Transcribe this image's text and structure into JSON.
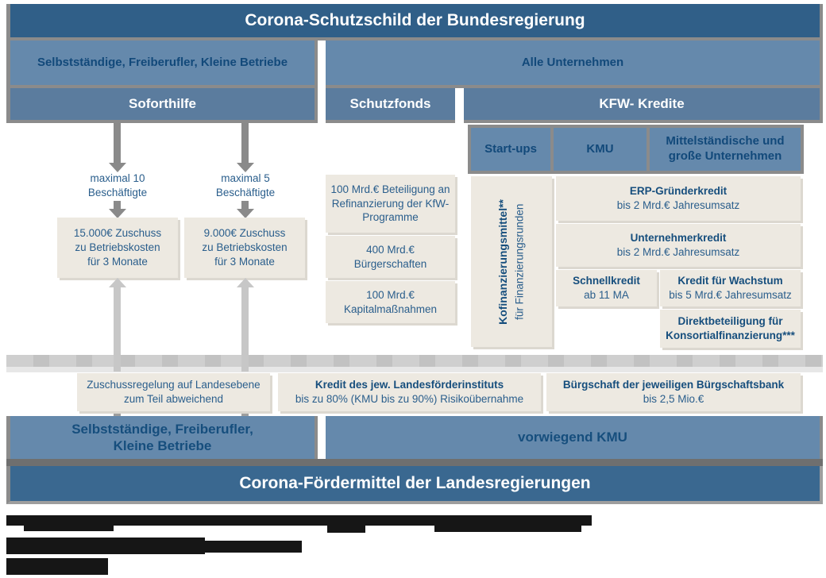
{
  "title_top": "Corona-Schutzschild der Bundesregierung",
  "title_bottom": "Corona-Fördermittel der Landesregierungen",
  "top_row": {
    "left": "Selbstständige, Freiberufler, Kleine Betriebe",
    "right": "Alle Unternehmen"
  },
  "program_row": {
    "left": "Soforthilfe",
    "mid": "Schutzfonds",
    "right": "KFW- Kredite"
  },
  "kfw_headers": {
    "startups": "Start-ups",
    "kmu": "KMU",
    "large": "Mittelständische und\ngroße Unternehmen"
  },
  "soforthilfe": {
    "left": {
      "condition": "maximal 10\nBeschäftigte",
      "grant": "15.000€ Zuschuss\nzu Betriebskosten\nfür 3 Monate"
    },
    "right": {
      "condition": "maximal 5\nBeschäftigte",
      "grant": "9.000€ Zuschuss\nzu Betriebskosten\nfür 3 Monate"
    }
  },
  "schutzfonds_items": [
    "100 Mrd.€ Beteiligung an\nRefinanzierung der KfW-\nProgramme",
    "400 Mrd.€\nBürgerschaften",
    "100 Mrd.€\nKapitalmaßnahmen"
  ],
  "kfw": {
    "vertical": {
      "title": "Kofinanzierungsmittel**",
      "sub": "für Finanzierungsrunden"
    },
    "erp": {
      "title": "ERP-Gründerkredit",
      "sub": "bis 2 Mrd.€ Jahresumsatz"
    },
    "unternehmer": {
      "title": "Unternehmerkredit",
      "sub": "bis 2 Mrd.€ Jahresumsatz"
    },
    "schnell": {
      "title": "Schnellkredit",
      "sub": "ab 11 MA"
    },
    "wachstum": {
      "title": "Kredit für Wachstum",
      "sub": "bis 5 Mrd.€ Jahresumsatz"
    },
    "direkt": {
      "title": "Direktbeteiligung für\nKonsortialfinanzierung***"
    }
  },
  "landes": {
    "zuschuss": {
      "text": "Zuschussregelung auf Landesebene\nzum Teil abweichend"
    },
    "kredit": {
      "title": "Kredit des jew. Landesförderinstituts",
      "sub": "bis zu 80% (KMU bis zu 90%) Risikoübernahme"
    },
    "buergschaft": {
      "title": "Bürgschaft der jeweiligen Bürgschaftsbank",
      "sub": "bis 2,5 Mio.€"
    }
  },
  "bottom_row": {
    "left": "Selbstständige, Freiberufler,\nKleine Betriebe",
    "right": "vorwiegend KMU"
  },
  "footnotes_redacted_lines": 3,
  "colors": {
    "banner_top": "#305F88",
    "banner_bottom": "#3A6890",
    "bar_medium": "#6589AC",
    "bar_program": "#5B7C9E",
    "text_navy": "#164E7D",
    "beige_box": "#EDE9E1",
    "arrow_dark": "#8A8A8A",
    "arrow_light": "#C7C7C7",
    "band_gray": "#CFCFCF"
  }
}
